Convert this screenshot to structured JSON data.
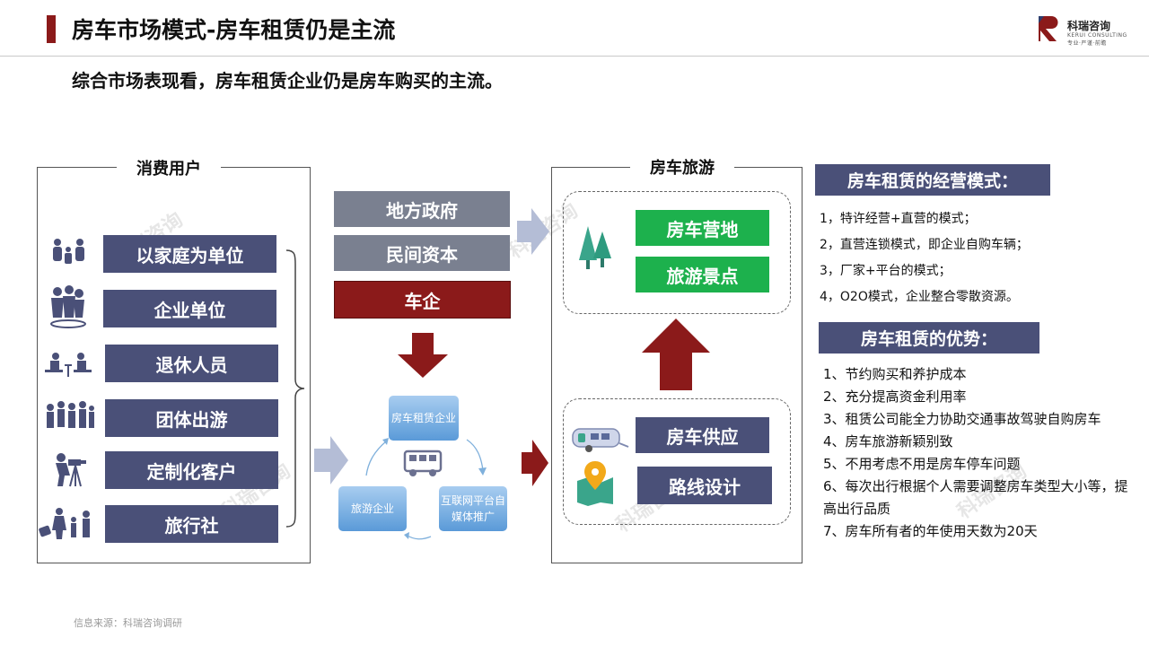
{
  "header": {
    "title": "房车市场模式-房车租赁仍是主流",
    "logo_name": "科瑞咨询",
    "logo_sub": "KERUI CONSULTING",
    "logo_tagline": "专业·严谨·前瞻",
    "subtitle": "综合市场表现看，房车租赁企业仍是房车购买的主流。"
  },
  "consumer": {
    "title": "消费用户",
    "items": [
      {
        "label": "以家庭为单位",
        "icon": "family-icon"
      },
      {
        "label": "企业单位",
        "icon": "business-team-icon"
      },
      {
        "label": "退休人员",
        "icon": "retirees-icon"
      },
      {
        "label": "团体出游",
        "icon": "group-travel-icon"
      },
      {
        "label": "定制化客户",
        "icon": "photographer-icon"
      },
      {
        "label": "旅行社",
        "icon": "tourists-icon"
      }
    ]
  },
  "middle": {
    "sources": [
      "地方政府",
      "民间资本"
    ],
    "car_company": "车企",
    "cycle": {
      "top": "房车租赁企业",
      "left": "旅游企业",
      "right": "互联网平台自媒体推广"
    }
  },
  "rv_travel": {
    "title": "房车旅游",
    "top_items": [
      "房车营地",
      "旅游景点"
    ],
    "bottom_items": [
      "房车供应",
      "路线设计"
    ]
  },
  "business_model": {
    "heading": "房车租赁的经营模式：",
    "items": [
      "1，特许经营+直营的模式；",
      "2，直营连锁模式，即企业自购车辆；",
      "3，厂家+平台的模式；",
      "4，O2O模式，企业整合零散资源。"
    ]
  },
  "advantages": {
    "heading": "房车租赁的优势：",
    "items": [
      "1、节约购买和养护成本",
      "2、充分提高资金利用率",
      "3、租赁公司能全力协助交通事故驾驶自购房车",
      "4、房车旅游新颖别致",
      "5、不用考虑不用是房车停车问题",
      "6、每次出行根据个人需要调整房车类型大小等，提高出行品质",
      "7、房车所有者的年使用天数为20天"
    ]
  },
  "footer": {
    "source": "信息来源：科瑞咨询调研"
  },
  "colors": {
    "brand_red": "#8b1a1a",
    "navy": "#4a5078",
    "gray": "#7a8090",
    "green": "#1db14d"
  }
}
